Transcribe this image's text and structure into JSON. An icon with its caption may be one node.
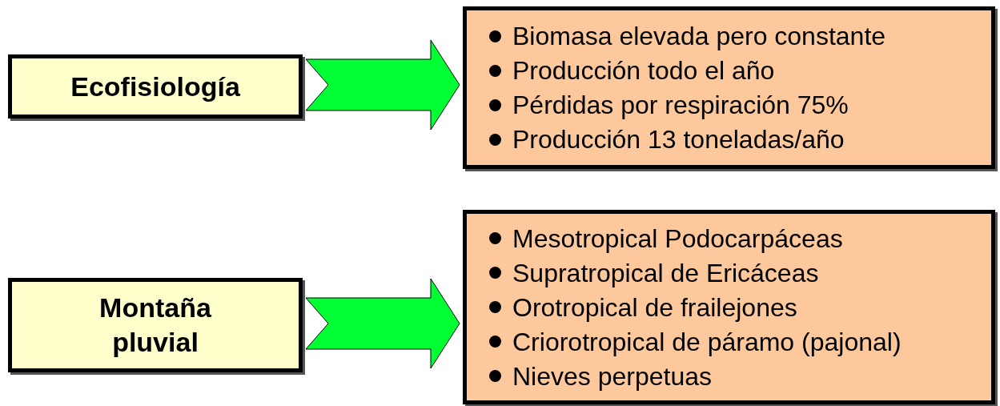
{
  "diagram": {
    "nodes": [
      {
        "text": [
          "Ecofisiología"
        ]
      },
      {
        "text": [
          "Biomasa elevada pero constante",
          "Producción todo el año",
          "Pérdidas por respiración 75%",
          "Producción 13 toneladas/año"
        ]
      },
      {
        "text": [
          "Montaña pluvial"
        ]
      },
      {
        "text": [
          "Mesotropical Podocarpáceas",
          "Supratropical de Ericáceas",
          "Orotropical de frailejones",
          "Criorotropical de páramo (pajonal)",
          "Nieves perpetuas"
        ]
      }
    ],
    "edges": [
      {
        "from": 0,
        "to": 1,
        "arrow": "to",
        "color": "#00ff33"
      },
      {
        "from": 2,
        "to": 3,
        "arrow": "to",
        "color": "#00ff33"
      }
    ]
  }
}
